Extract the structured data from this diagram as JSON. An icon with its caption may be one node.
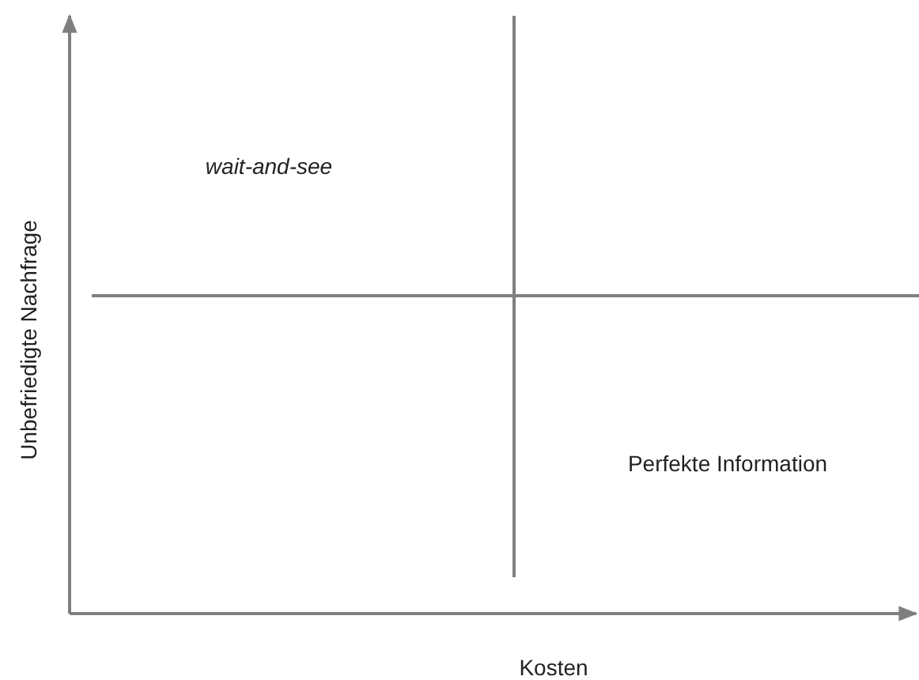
{
  "diagram": {
    "labels": [
      "wait-and-see",
      "Unbefriedigte Nachfrage",
      "Perfekte Information",
      "Kosten"
    ]
  }
}
